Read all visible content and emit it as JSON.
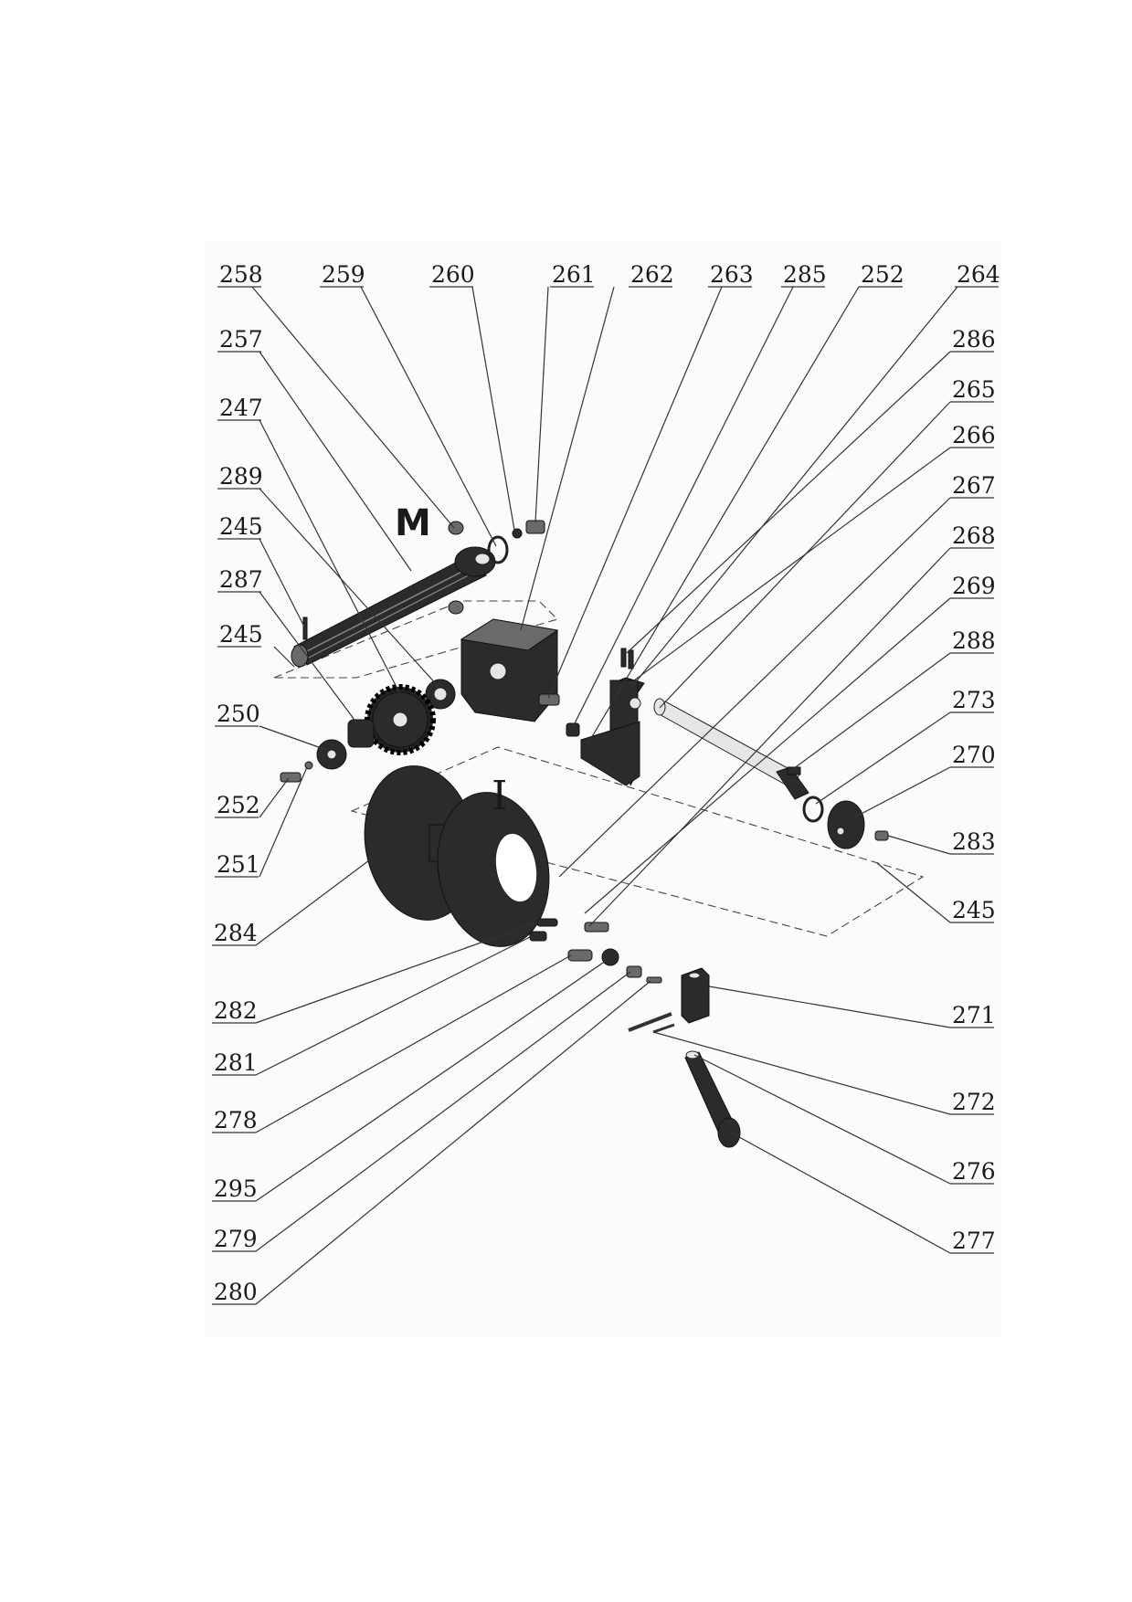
{
  "group_labels": {
    "m": "M",
    "i": "I"
  },
  "labels": {
    "l258": "258",
    "l259": "259",
    "l260": "260",
    "l261": "261",
    "l262": "262",
    "l263": "263",
    "l285": "285",
    "l252a": "252",
    "l264": "264",
    "l257": "257",
    "l247": "247",
    "l289": "289",
    "l245a": "245",
    "l287": "287",
    "l245b": "245",
    "l250": "250",
    "l252b": "252",
    "l251": "251",
    "l284": "284",
    "l282": "282",
    "l281": "281",
    "l278": "278",
    "l295": "295",
    "l279": "279",
    "l280": "280",
    "l286": "286",
    "l265": "265",
    "l266": "266",
    "l267": "267",
    "l268": "268",
    "l269": "269",
    "l288": "288",
    "l273": "273",
    "l270": "270",
    "l283": "283",
    "l245c": "245",
    "l271": "271",
    "l272": "272",
    "l276": "276",
    "l277": "277"
  }
}
